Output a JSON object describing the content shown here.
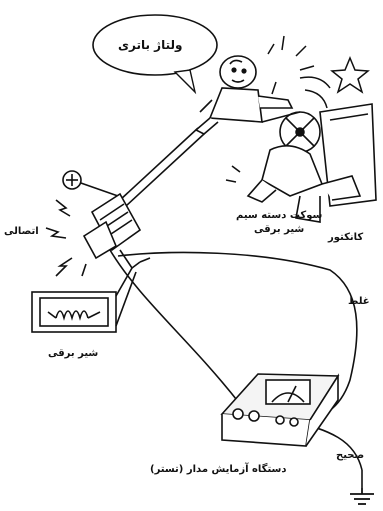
{
  "labels": {
    "speech_bubble": "ولتاژ باتری",
    "plug_female": "سوکت دسته سیم",
    "plug_female_line2": "شیر برقی",
    "connector": "کانکتور",
    "wrong": "اتصالی",
    "valve": "شیر برقی",
    "error": "غلط",
    "correct": "صحیح",
    "meter": "دستگاه آزمایش مدار (تستر)"
  },
  "symbols": {
    "positive_terminal": "⊕"
  },
  "colors": {
    "ink": "#111111",
    "background": "#ffffff",
    "meter_face": "#f4f4f4"
  }
}
